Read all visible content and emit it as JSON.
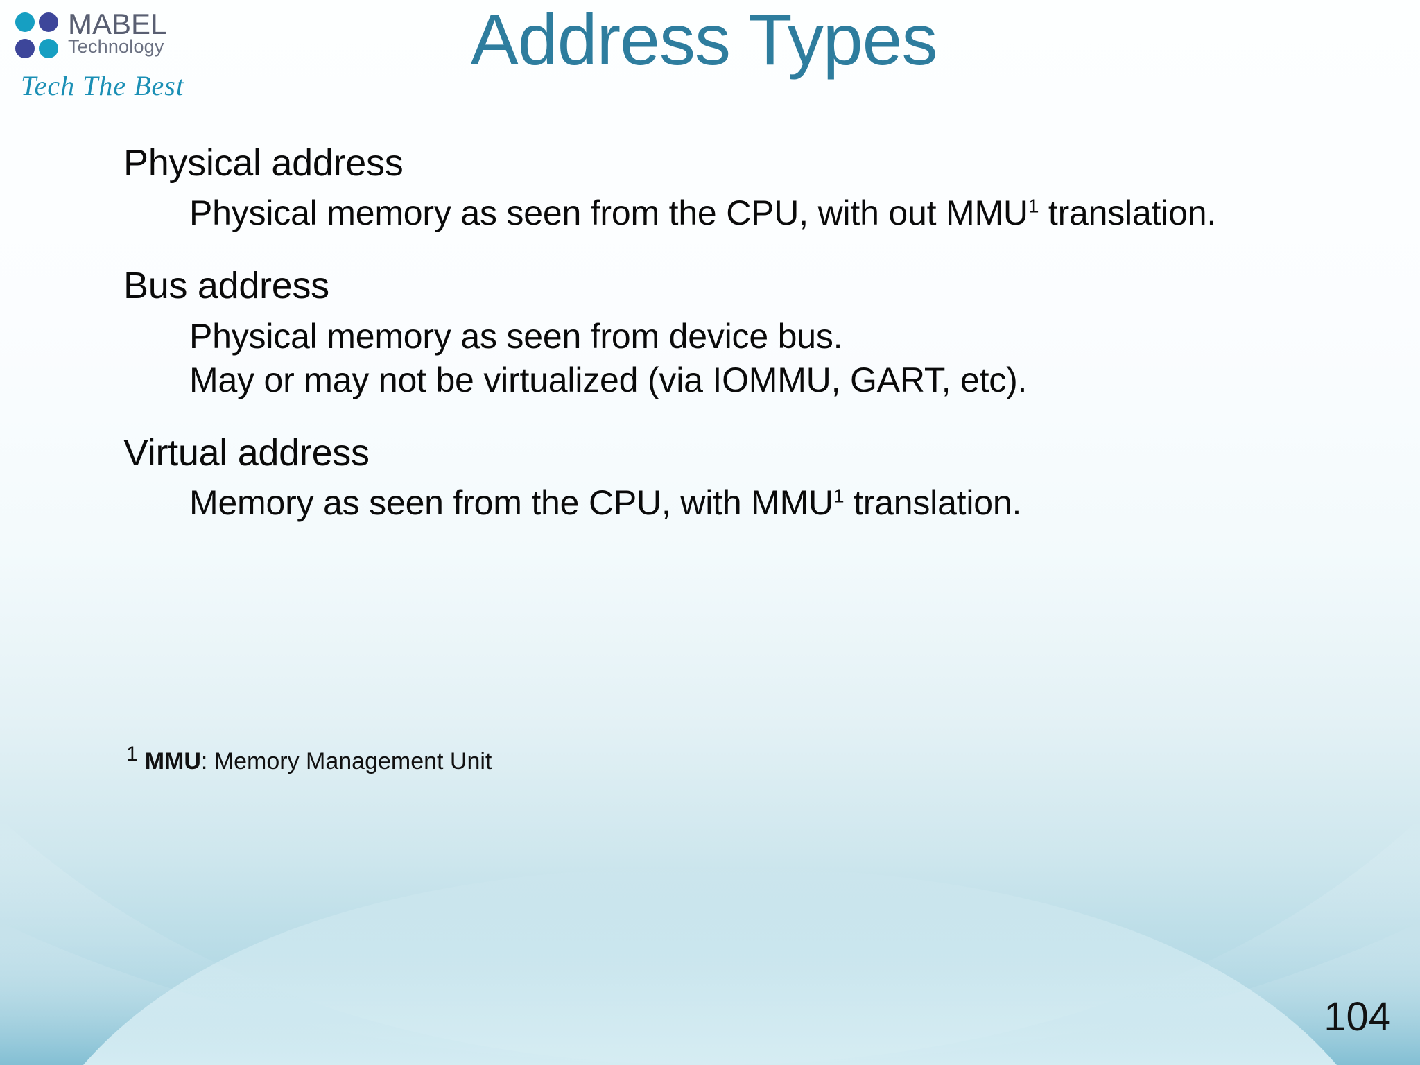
{
  "slide": {
    "title": "Address Types",
    "page_number": "104",
    "title_color": "#2e7d9e",
    "body_text_color": "#0a0a0a",
    "background_top_color": "#fdffff",
    "background_bottom_color": "#a9d3e0"
  },
  "logo": {
    "company_name": "MABEL",
    "company_suffix": "Technology",
    "tagline": "Tech The Best",
    "dots": [
      {
        "name": "dot-top-left",
        "color": "#169fc2"
      },
      {
        "name": "dot-top-right",
        "color": "#3d469a"
      },
      {
        "name": "dot-bottom-left",
        "color": "#3d469a"
      },
      {
        "name": "dot-bottom-right",
        "color": "#169fc2"
      }
    ]
  },
  "content": {
    "groups": [
      {
        "heading": "Physical address",
        "bullets": [
          {
            "pre": "Physical memory as seen from the CPU, with out MMU",
            "sup": "1",
            "post": " translation."
          }
        ]
      },
      {
        "heading": "Bus address",
        "bullets": [
          {
            "pre": "Physical memory as seen from device bus.",
            "sup": "",
            "post": ""
          },
          {
            "pre": "May or may not be virtualized (via IOMMU, GART, etc).",
            "sup": "",
            "post": ""
          }
        ]
      },
      {
        "heading": "Virtual address",
        "bullets": [
          {
            "pre": "Memory as seen from the CPU, with MMU",
            "sup": "1",
            "post": " translation."
          }
        ]
      }
    ]
  },
  "footnote": {
    "marker": "1",
    "term": "MMU",
    "definition": ": Memory Management Unit"
  }
}
